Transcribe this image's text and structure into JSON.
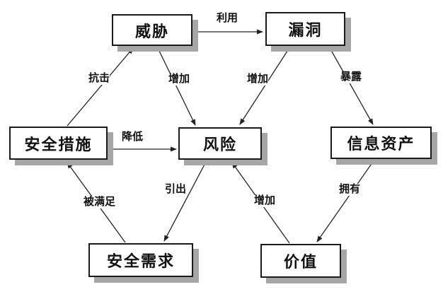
{
  "diagram": {
    "title": "security-risk-relationship-model",
    "colors": {
      "background": "#ffffff",
      "box_fill": "#ffffff",
      "box_border": "#1a1a1a",
      "box_shadow": "#a6a6a6",
      "line": "#222222",
      "text": "#111111"
    },
    "nodes": [
      {
        "id": "threat",
        "label": "威胁"
      },
      {
        "id": "vulnerability",
        "label": "漏洞"
      },
      {
        "id": "security-measures",
        "label": "安全措施"
      },
      {
        "id": "risk",
        "label": "风险"
      },
      {
        "id": "information-assets",
        "label": "信息资产"
      },
      {
        "id": "security-requirements",
        "label": "安全需求"
      },
      {
        "id": "value",
        "label": "价值"
      }
    ],
    "edges": [
      {
        "from": "threat",
        "to": "vulnerability",
        "label": "利用"
      },
      {
        "from": "security-measures",
        "to": "threat",
        "label": "抗击"
      },
      {
        "from": "threat",
        "to": "risk",
        "label": "增加"
      },
      {
        "from": "vulnerability",
        "to": "risk",
        "label": "增加"
      },
      {
        "from": "vulnerability",
        "to": "information-assets",
        "label": "暴露"
      },
      {
        "from": "security-measures",
        "to": "risk",
        "label": "降低"
      },
      {
        "from": "security-requirements",
        "to": "security-measures",
        "label": "被满足"
      },
      {
        "from": "risk",
        "to": "security-requirements",
        "label": "引出"
      },
      {
        "from": "value",
        "to": "risk",
        "label": "增加"
      },
      {
        "from": "information-assets",
        "to": "value",
        "label": "拥有"
      }
    ]
  }
}
